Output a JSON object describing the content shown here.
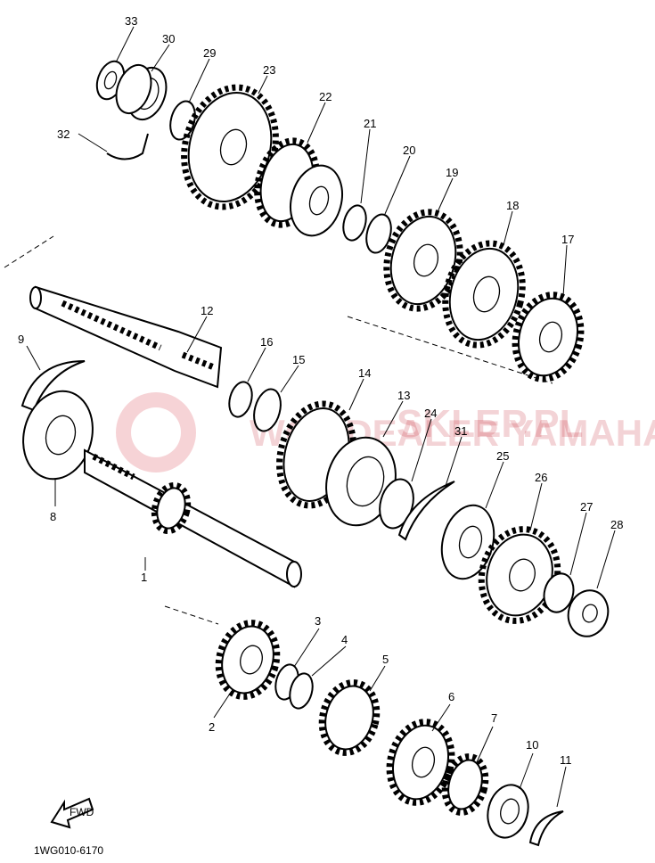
{
  "diagram": {
    "drawing_code": "1WG010-6170",
    "watermark_main": "SKLEP.PL",
    "watermark_sub": "WOJ                         DEALER YAMAHA",
    "fwd_label": "FWD",
    "labels": {
      "p1": "1",
      "p2": "2",
      "p3": "3",
      "p4": "4",
      "p5": "5",
      "p6": "6",
      "p7": "7",
      "p8": "8",
      "p9": "9",
      "p10": "10",
      "p11": "11",
      "p12": "12",
      "p13": "13",
      "p14": "14",
      "p15": "15",
      "p16": "16",
      "p17": "17",
      "p18": "18",
      "p19": "19",
      "p20": "20",
      "p21": "21",
      "p22": "22",
      "p23": "23",
      "p24": "24",
      "p25": "25",
      "p26": "26",
      "p27": "27",
      "p28": "28",
      "p29": "29",
      "p30": "30",
      "p31": "31",
      "p32": "32",
      "p33": "33"
    }
  }
}
